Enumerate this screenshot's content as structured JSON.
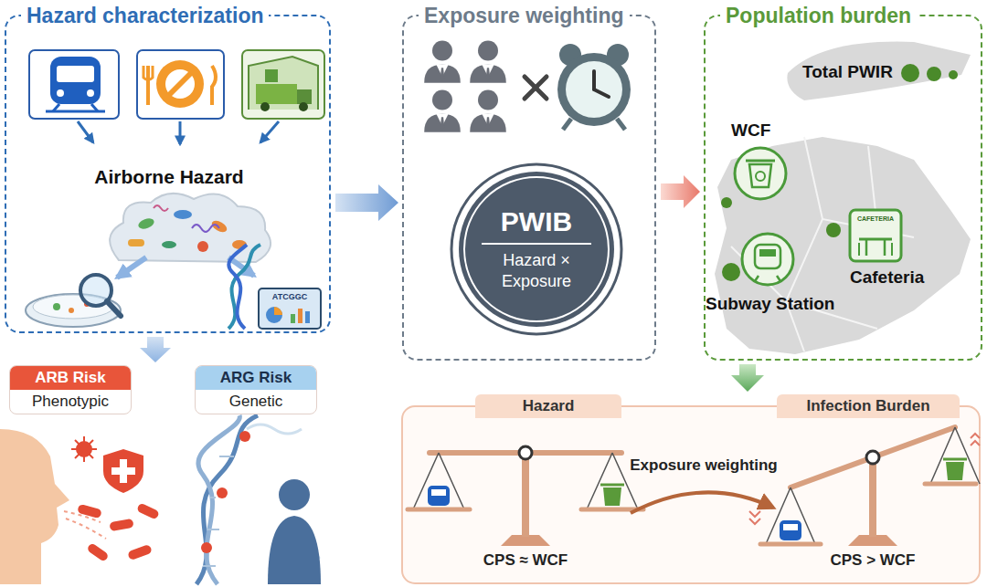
{
  "diagram": {
    "nodes": [
      {
        "text": [
          "Hazard characterization"
        ]
      },
      {
        "text": [
          "ARB Risk",
          "Phenotypic"
        ]
      },
      {
        "text": [
          "ARG Risk",
          "Genetic"
        ]
      },
      {
        "text": [
          "Exposure weighting"
        ]
      },
      {
        "text": [
          "PWIB",
          "Hazard × Exposure"
        ],
        "in": 3
      },
      {
        "text": [
          "Population burden"
        ]
      },
      {
        "text": [
          "Hazard"
        ]
      },
      {
        "text": [
          "Infection Burden"
        ]
      }
    ],
    "edges": [
      {
        "from": 0,
        "to": 3,
        "arrow": "to"
      },
      {
        "from": 3,
        "to": 5,
        "arrow": "to"
      },
      {
        "from": 0,
        "to": 1,
        "arrow": "to"
      },
      {
        "from": 5,
        "to": 7,
        "arrow": "to"
      }
    ],
    "labels": [
      "Airborne Hazard",
      "ATCGGC",
      "Total PWIR",
      "WCF",
      "CAFETERIA",
      "Cafeteria",
      "Subway Station",
      "Exposure weighting",
      "CPS ≈ WCF",
      "CPS > WCF"
    ]
  }
}
